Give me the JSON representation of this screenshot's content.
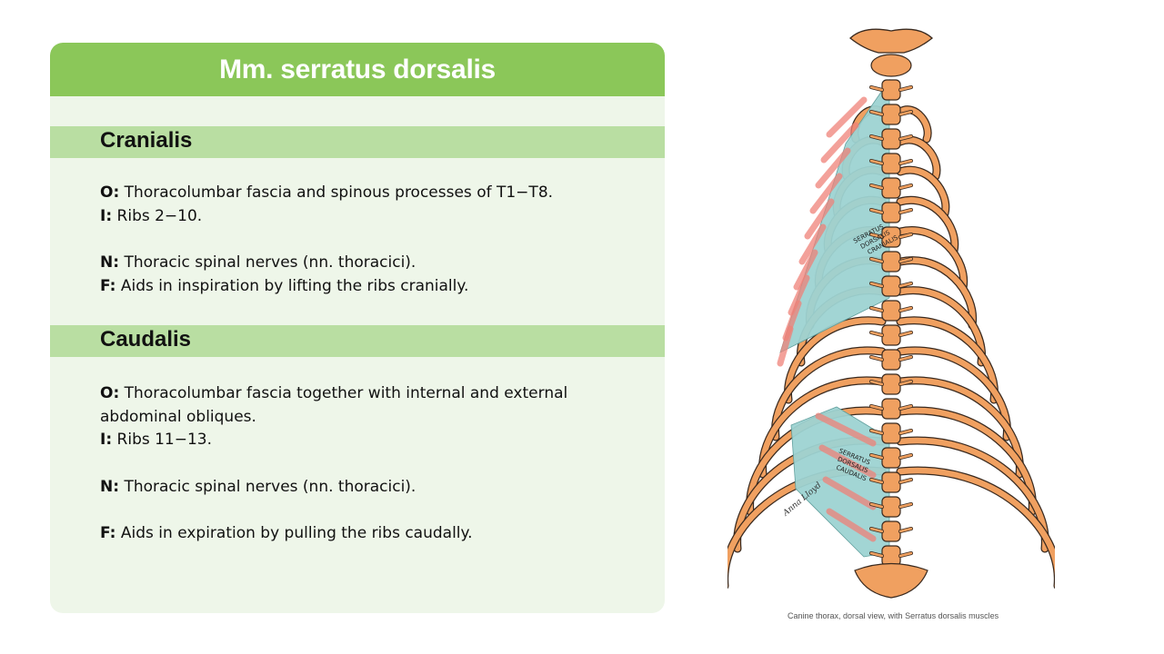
{
  "title": "Mm. serratus dorsalis",
  "sections": [
    {
      "heading": "Cranialis",
      "origin_label": "O:",
      "origin": "Thoracolumbar fascia and spinous processes of T1−T8.",
      "insertion_label": "I:",
      "insertion": "Ribs 2−10.",
      "nerve_label": "N:",
      "nerve": "Thoracic spinal nerves (nn. thoracici).",
      "function_label": "F:",
      "function": "Aids in inspiration by lifting the ribs cranially."
    },
    {
      "heading": "Caudalis",
      "origin_label": "O:",
      "origin": "Thoracolumbar fascia together with internal and external abdominal obliques.",
      "insertion_label": "I:",
      "insertion": "Ribs 11−13.",
      "nerve_label": "N:",
      "nerve": "Thoracic spinal nerves (nn. thoracici).",
      "function_label": "F:",
      "function": "Aids in expiration by pulling the ribs caudally."
    }
  ],
  "illustration": {
    "label_cranialis": [
      "SERRATUS",
      "DORSALIS",
      "CRANIALIS"
    ],
    "label_caudalis": [
      "SERRATUS",
      "DORSALIS",
      "CAUDALIS"
    ],
    "signature": "Anna Lloyd",
    "caption": "Canine thorax, dorsal view, with Serratus dorsalis muscles",
    "colors": {
      "bone": "#f0a060",
      "bone_outline": "#3a2a1f",
      "muscle": "#9ed3d2",
      "muscle_fibers": "#ef8279"
    }
  },
  "colors": {
    "title_bar": "#8bc759",
    "section_bar": "#b9dea2",
    "panel": "#eef6e9"
  }
}
